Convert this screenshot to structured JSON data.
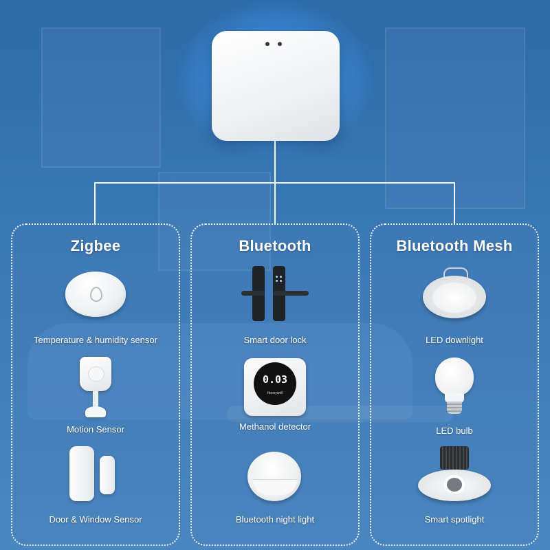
{
  "hub": {
    "icon": "zigbee-bluetooth-gateway-hub"
  },
  "panels": [
    {
      "title": "Zigbee",
      "devices": [
        {
          "label": "Temperature & humidity sensor",
          "icon": "temperature-humidity-sensor-icon"
        },
        {
          "label": "Motion Sensor",
          "icon": "motion-sensor-icon"
        },
        {
          "label": "Door & Window Sensor",
          "icon": "door-window-sensor-icon"
        }
      ]
    },
    {
      "title": "Bluetooth",
      "devices": [
        {
          "label": "Smart door lock",
          "icon": "smart-door-lock-icon"
        },
        {
          "label": "Methanol detector",
          "icon": "methanol-detector-icon",
          "screen_reading": "0.03",
          "screen_brand": "Honeywell"
        },
        {
          "label": "Bluetooth night light",
          "icon": "night-light-icon"
        }
      ]
    },
    {
      "title": "Bluetooth Mesh",
      "devices": [
        {
          "label": "LED downlight",
          "icon": "led-downlight-icon"
        },
        {
          "label": "LED bulb",
          "icon": "led-bulb-icon"
        },
        {
          "label": "Smart spotlight",
          "icon": "smart-spotlight-icon"
        }
      ]
    }
  ],
  "colors": {
    "background": "#3a77b5",
    "hub_glow": "#6cb8f5",
    "text": "#ffffff"
  }
}
